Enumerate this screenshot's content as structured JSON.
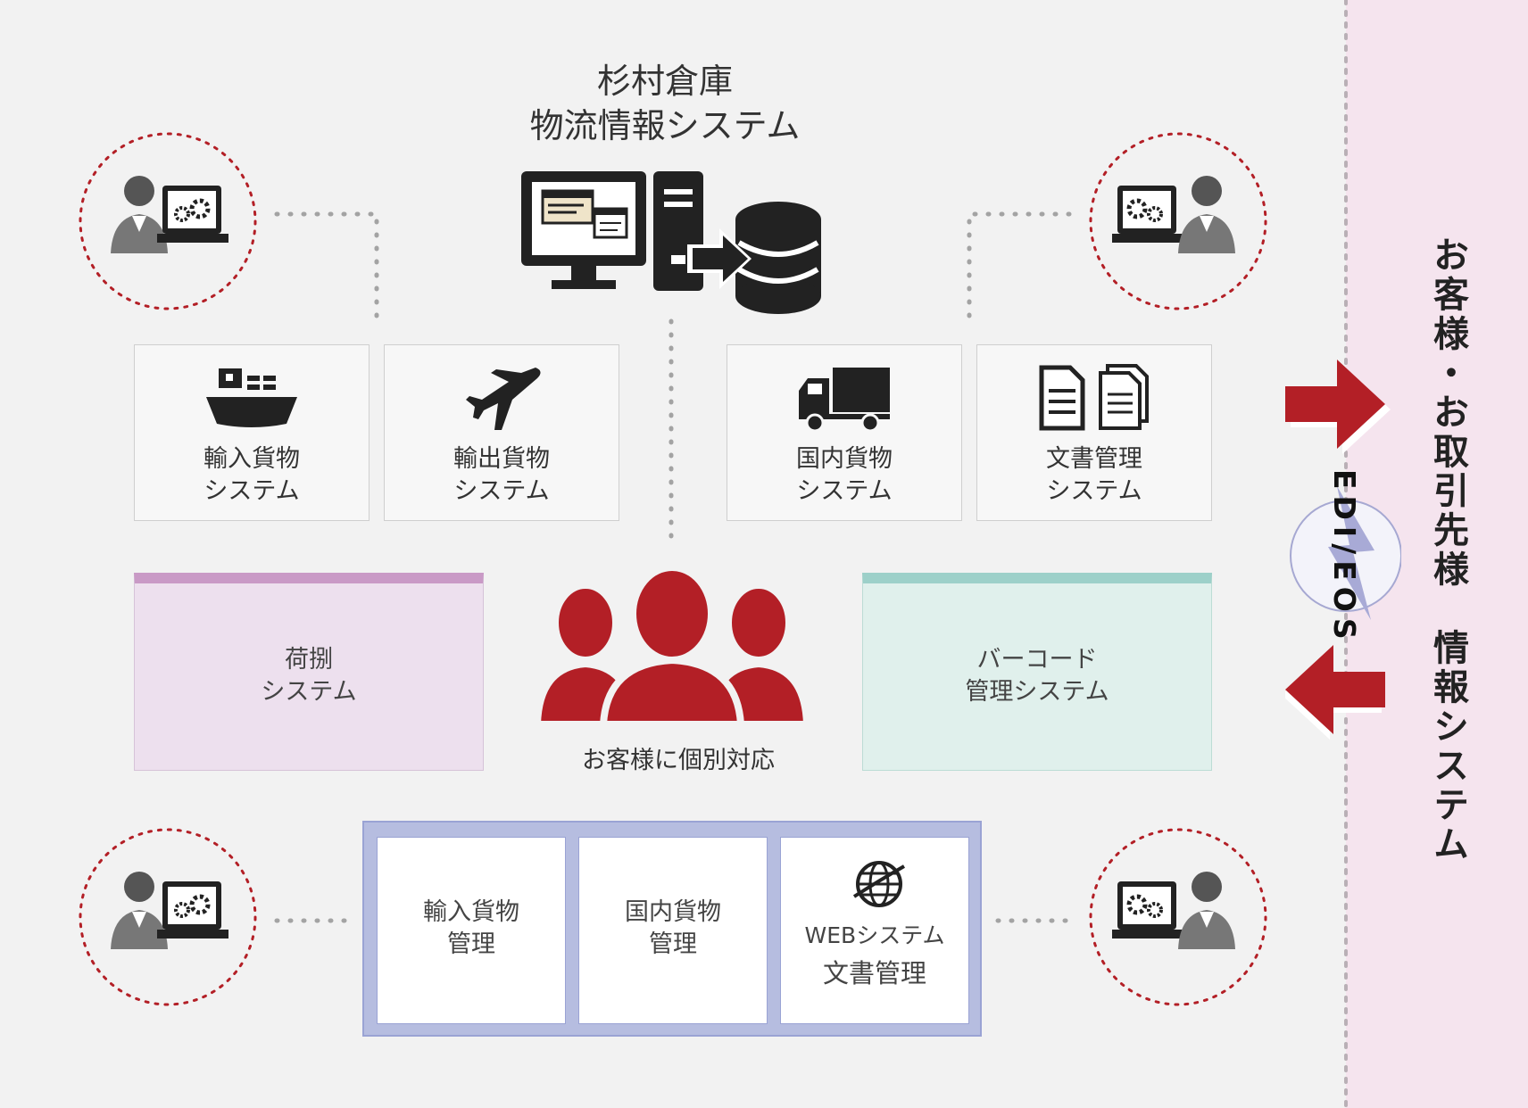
{
  "title": {
    "line1": "杉村倉庫",
    "line2": "物流情報システム"
  },
  "top_systems": [
    {
      "label": "輸入貨物\nシステム",
      "icon": "ship-icon"
    },
    {
      "label": "輸出貨物\nシステム",
      "icon": "airplane-icon"
    },
    {
      "label": "国内貨物\nシステム",
      "icon": "truck-icon"
    },
    {
      "label": "文書管理\nシステム",
      "icon": "documents-icon"
    }
  ],
  "middle": {
    "left": "荷捌\nシステム",
    "right": "バーコード\n管理システム",
    "center_caption": "お客様に個別対応"
  },
  "bottom_systems": [
    {
      "label": "輸入貨物\n管理"
    },
    {
      "label": "国内貨物\n管理"
    },
    {
      "sublabel": "WEBシステム",
      "label": "文書管理",
      "icon": "globe-icon"
    }
  ],
  "edi_label": "EDI/EOS",
  "right_title": "お客様・お取引先様　情報システム",
  "colors": {
    "accent_red": "#b31f26",
    "pink_panel": "#f5e4ee",
    "lavender_frame": "#b6bde0",
    "pink_header": "#c99ac6",
    "teal_header": "#9dd0c9"
  }
}
